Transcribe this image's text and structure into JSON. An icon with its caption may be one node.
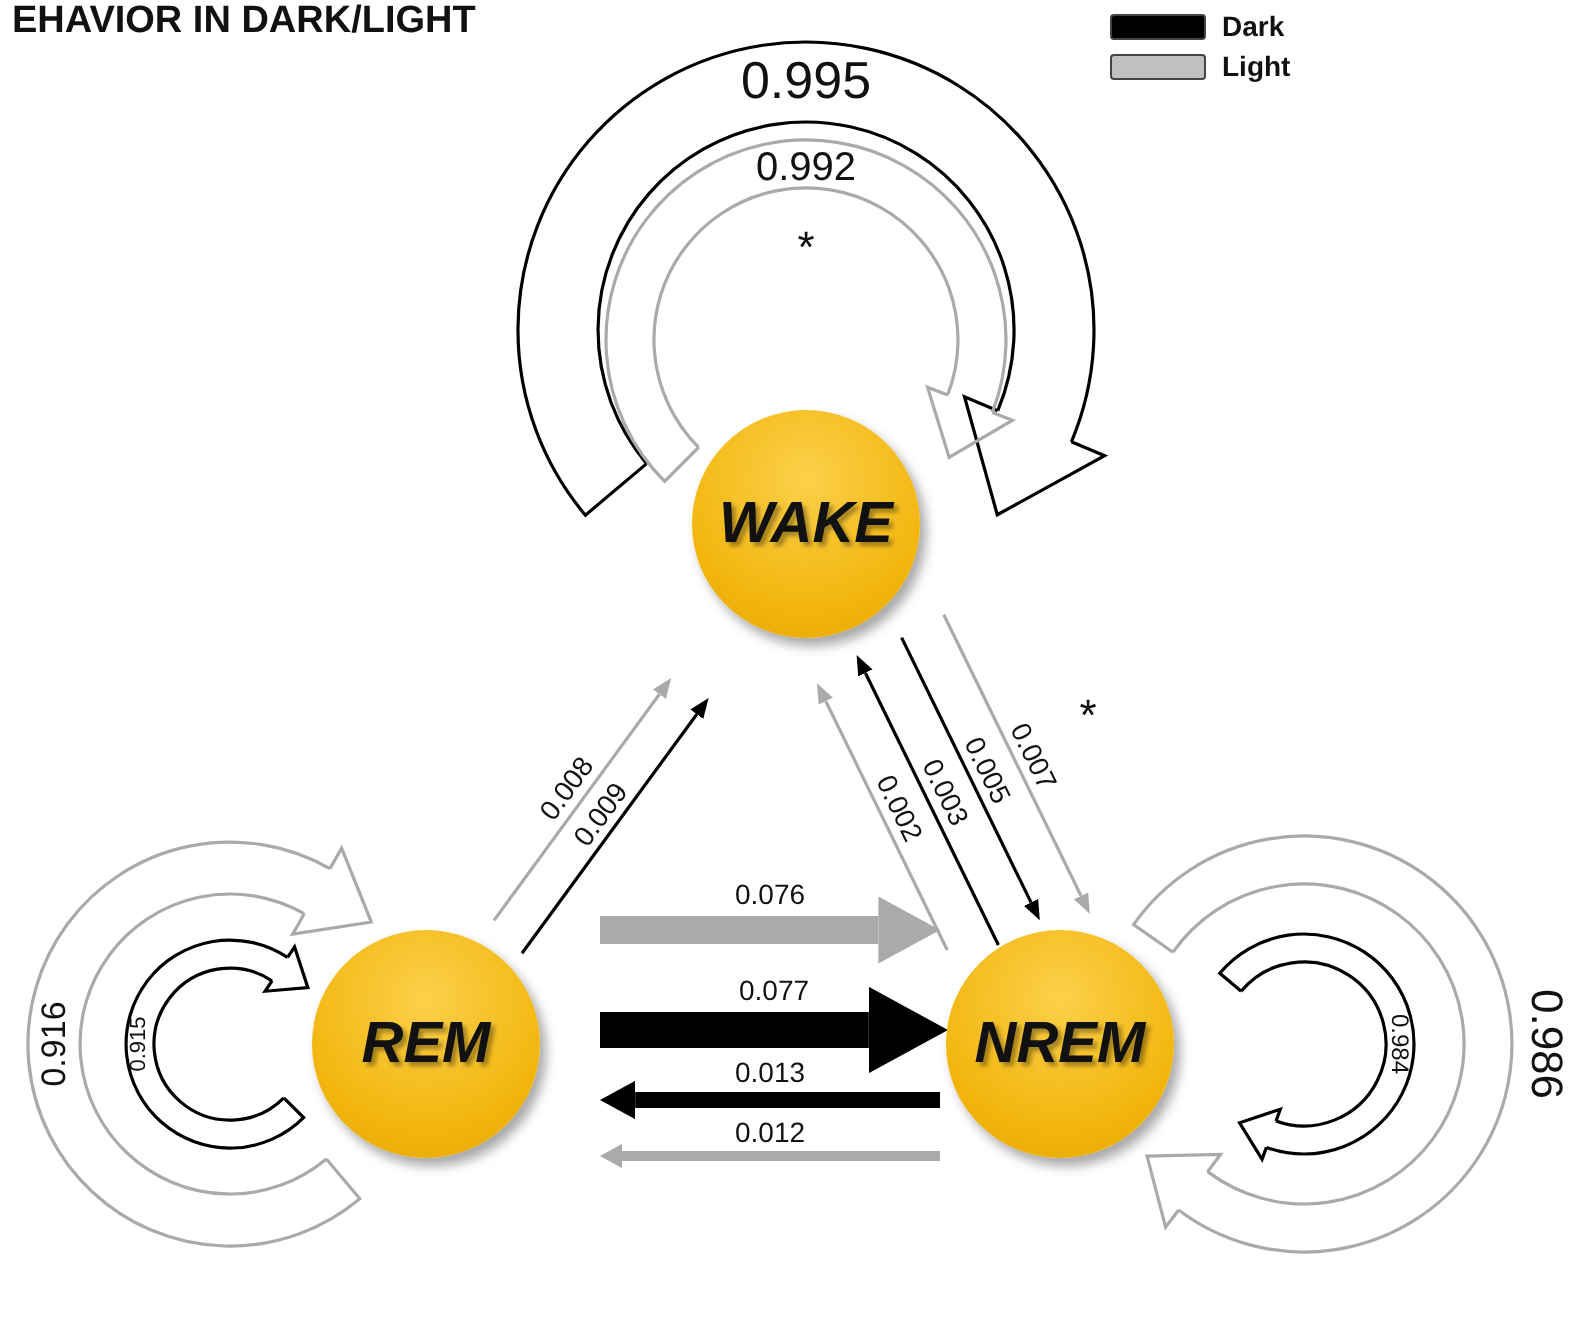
{
  "diagram": {
    "title": "EHAVIOR IN DARK/LIGHT",
    "nodes": [
      {
        "text": [
          "WAKE"
        ]
      },
      {
        "text": [
          "REM"
        ]
      },
      {
        "text": [
          "NREM"
        ]
      }
    ],
    "edges": [
      {
        "from": 0,
        "to": 0,
        "arrow": "to",
        "label": "0.995",
        "color": "#000000"
      },
      {
        "from": 0,
        "to": 0,
        "arrow": "to",
        "label": "0.992",
        "color": "#aaaaaa"
      },
      {
        "from": 1,
        "to": 0,
        "arrow": "to",
        "label": "0.008",
        "color": "#aaaaaa"
      },
      {
        "from": 1,
        "to": 0,
        "arrow": "to",
        "label": "0.009",
        "color": "#000000"
      },
      {
        "from": 2,
        "to": 0,
        "arrow": "to",
        "label": "0.002",
        "color": "#aaaaaa"
      },
      {
        "from": 2,
        "to": 0,
        "arrow": "to",
        "label": "0.003",
        "color": "#000000"
      },
      {
        "from": 0,
        "to": 2,
        "arrow": "to",
        "label": "0.005",
        "color": "#000000"
      },
      {
        "from": 0,
        "to": 2,
        "arrow": "to",
        "label": "0.007",
        "color": "#aaaaaa"
      },
      {
        "from": 1,
        "to": 1,
        "arrow": "to",
        "label": "0.916",
        "color": "#aaaaaa"
      },
      {
        "from": 1,
        "to": 1,
        "arrow": "to",
        "label": "0.915",
        "color": "#000000"
      },
      {
        "from": 1,
        "to": 2,
        "arrow": "to",
        "label": "0.076",
        "style": "thick",
        "color": "#aaaaaa"
      },
      {
        "from": 1,
        "to": 2,
        "arrow": "to",
        "label": "0.077",
        "style": "thick",
        "color": "#000000"
      },
      {
        "from": 2,
        "to": 1,
        "arrow": "to",
        "label": "0.013",
        "style": "thick",
        "color": "#000000"
      },
      {
        "from": 2,
        "to": 1,
        "arrow": "to",
        "label": "0.012",
        "style": "thick",
        "color": "#aaaaaa"
      },
      {
        "from": 2,
        "to": 2,
        "arrow": "to",
        "label": "0.984",
        "color": "#000000"
      },
      {
        "from": 2,
        "to": 2,
        "arrow": "to",
        "label": "0.986",
        "color": "#aaaaaa"
      }
    ],
    "labels": [
      "*",
      "*"
    ],
    "legend": [
      {
        "text": "Dark",
        "color": "#000000"
      },
      {
        "text": "Light",
        "color": "#c0c0c0"
      }
    ]
  }
}
